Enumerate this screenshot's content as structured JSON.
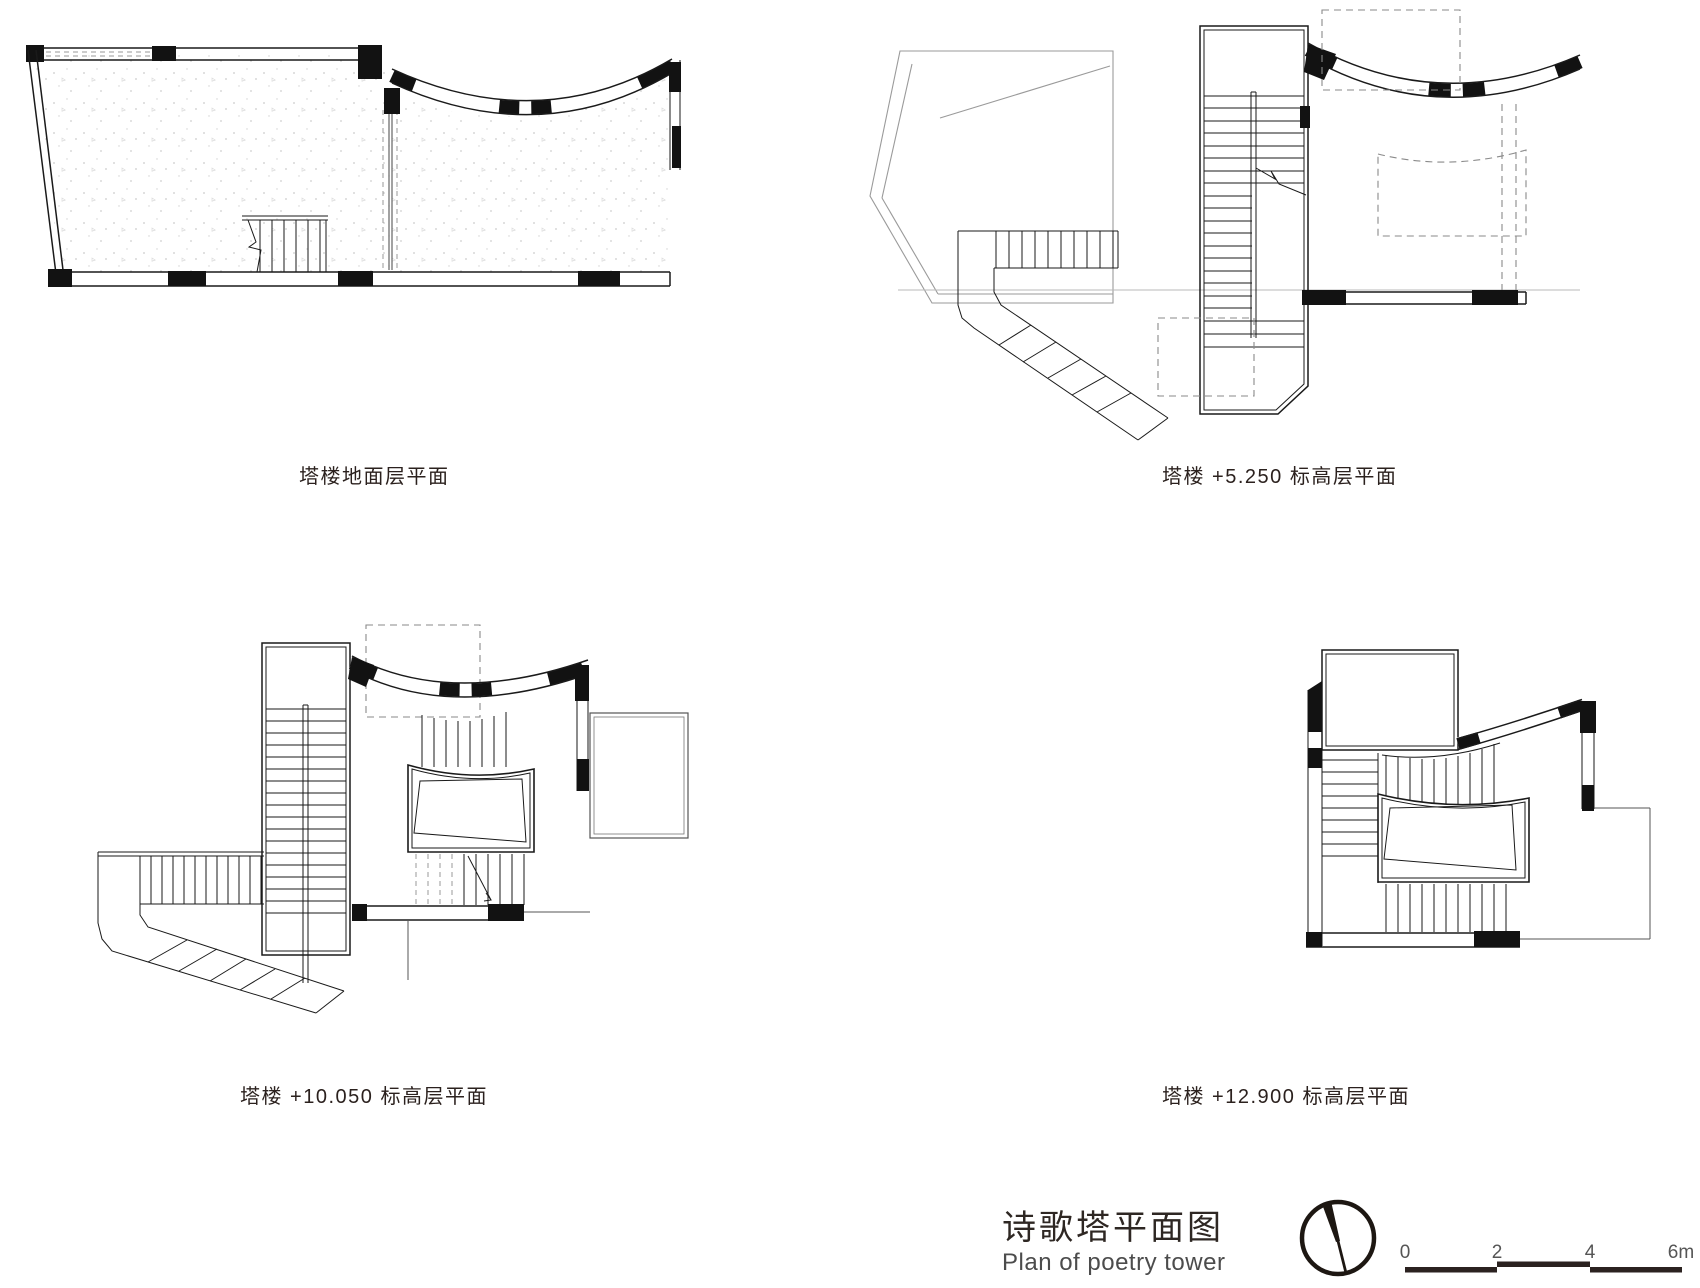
{
  "sheet": {
    "background": "#ffffff",
    "ink": "#1a1a1a",
    "ghost_line": "#9a9a9a",
    "text_color": "#2b211e"
  },
  "plans": [
    {
      "id": "ground-floor",
      "label": "塔楼地面层平面"
    },
    {
      "id": "level-5-250",
      "label": "塔楼 +5.250 标高层平面"
    },
    {
      "id": "level-10-050",
      "label": "塔楼 +10.050 标高层平面"
    },
    {
      "id": "level-12-900",
      "label": "塔楼 +12.900 标高层平面"
    }
  ],
  "title_block": {
    "title_zh": "诗歌塔平面图",
    "title_en": "Plan of poetry tower",
    "north_arrow_icon": "north-arrow"
  },
  "scale_bar": {
    "ticks": [
      "0",
      "2",
      "4",
      "6m"
    ]
  }
}
